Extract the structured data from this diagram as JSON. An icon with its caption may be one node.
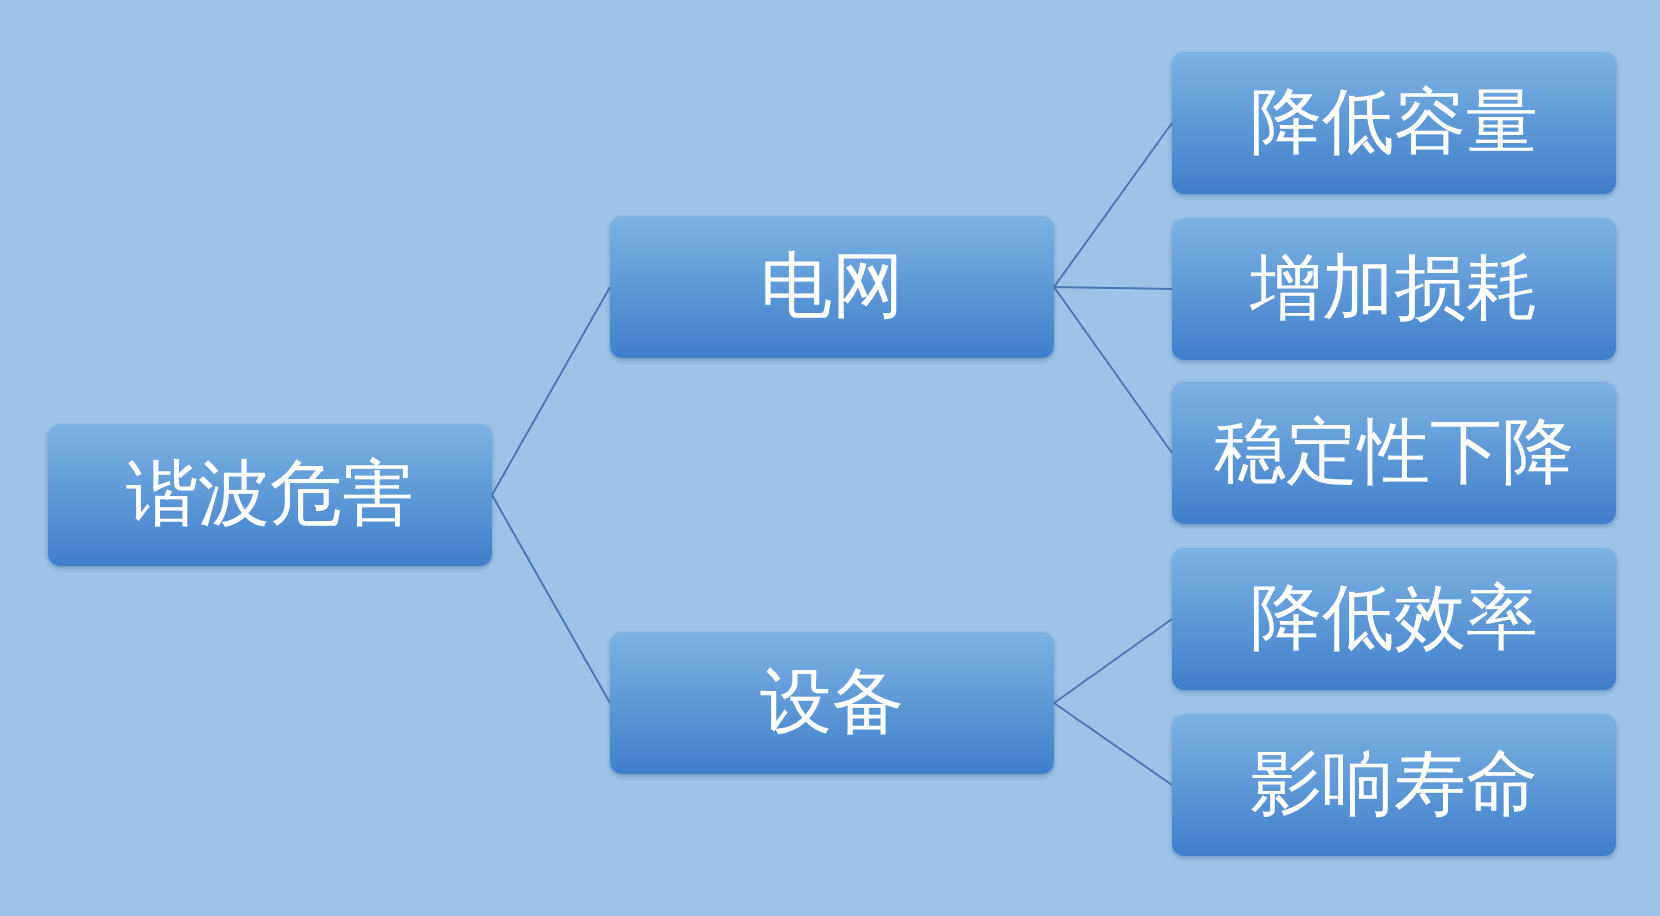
{
  "diagram": {
    "nodes": [
      {
        "text": [
          "谐波危害"
        ]
      },
      {
        "text": [
          "电网"
        ]
      },
      {
        "text": [
          "设备"
        ]
      },
      {
        "text": [
          "降低容量"
        ]
      },
      {
        "text": [
          "增加损耗"
        ]
      },
      {
        "text": [
          "稳定性下降"
        ]
      },
      {
        "text": [
          "降低效率"
        ]
      },
      {
        "text": [
          "影响寿命"
        ]
      }
    ],
    "edges": [
      {
        "from": 0,
        "to": 1,
        "arrow": "none"
      },
      {
        "from": 0,
        "to": 2,
        "arrow": "none"
      },
      {
        "from": 1,
        "to": 3,
        "arrow": "none"
      },
      {
        "from": 1,
        "to": 4,
        "arrow": "none"
      },
      {
        "from": 1,
        "to": 5,
        "arrow": "none"
      },
      {
        "from": 2,
        "to": 6,
        "arrow": "none"
      },
      {
        "from": 2,
        "to": 7,
        "arrow": "none"
      }
    ]
  }
}
